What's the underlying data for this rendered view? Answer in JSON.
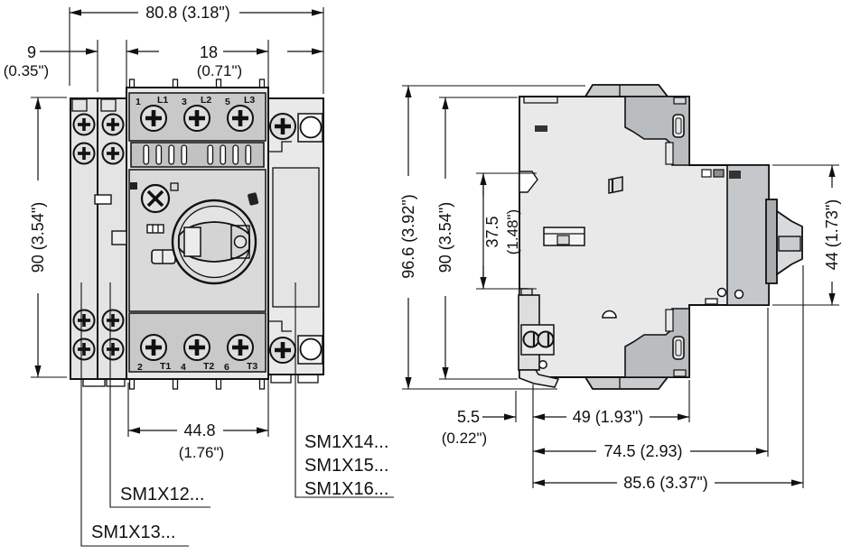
{
  "drawing": {
    "type": "dimensional-drawing",
    "colors": {
      "body": "#e9e9e9",
      "terminal_block": "#c9c9c9",
      "dark_block": "#b9bdbf",
      "line": "#111111"
    }
  },
  "front": {
    "dim_total_width": "80.8 (3.18\")",
    "dim_aux_width": "9",
    "dim_aux_width_in": "(0.35\")",
    "dim_right_width": "18",
    "dim_right_width_in": "(0.71\")",
    "dim_height": "90 (3.54\")",
    "dim_main_width": "44.8",
    "dim_main_width_in": "(1.76\")",
    "terminals_top": [
      "1",
      "L1",
      "3",
      "L2",
      "5",
      "L3"
    ],
    "terminals_bottom": [
      "2",
      "T1",
      "4",
      "T2",
      "6",
      "T3"
    ],
    "models_right": [
      "SM1X14...",
      "SM1X15...",
      "SM1X16..."
    ],
    "model_aux2": "SM1X12...",
    "model_aux1": "SM1X13..."
  },
  "side": {
    "dim_total_height": "96.6 (3.92\")",
    "dim_body_height": "90 (3.54\")",
    "dim_rail_pocket": "37.5",
    "dim_rail_pocket_in": "(1.48\")",
    "dim_front_height": "44 (1.73\")",
    "dim_rear_offset": "5.5",
    "dim_rear_offset_in": "(0.22\")",
    "dim_depth_to_terminals": "49 (1.93\")",
    "dim_depth_to_panel": "74.5 (2.93)",
    "dim_depth_total": "85.6 (3.37\")"
  }
}
